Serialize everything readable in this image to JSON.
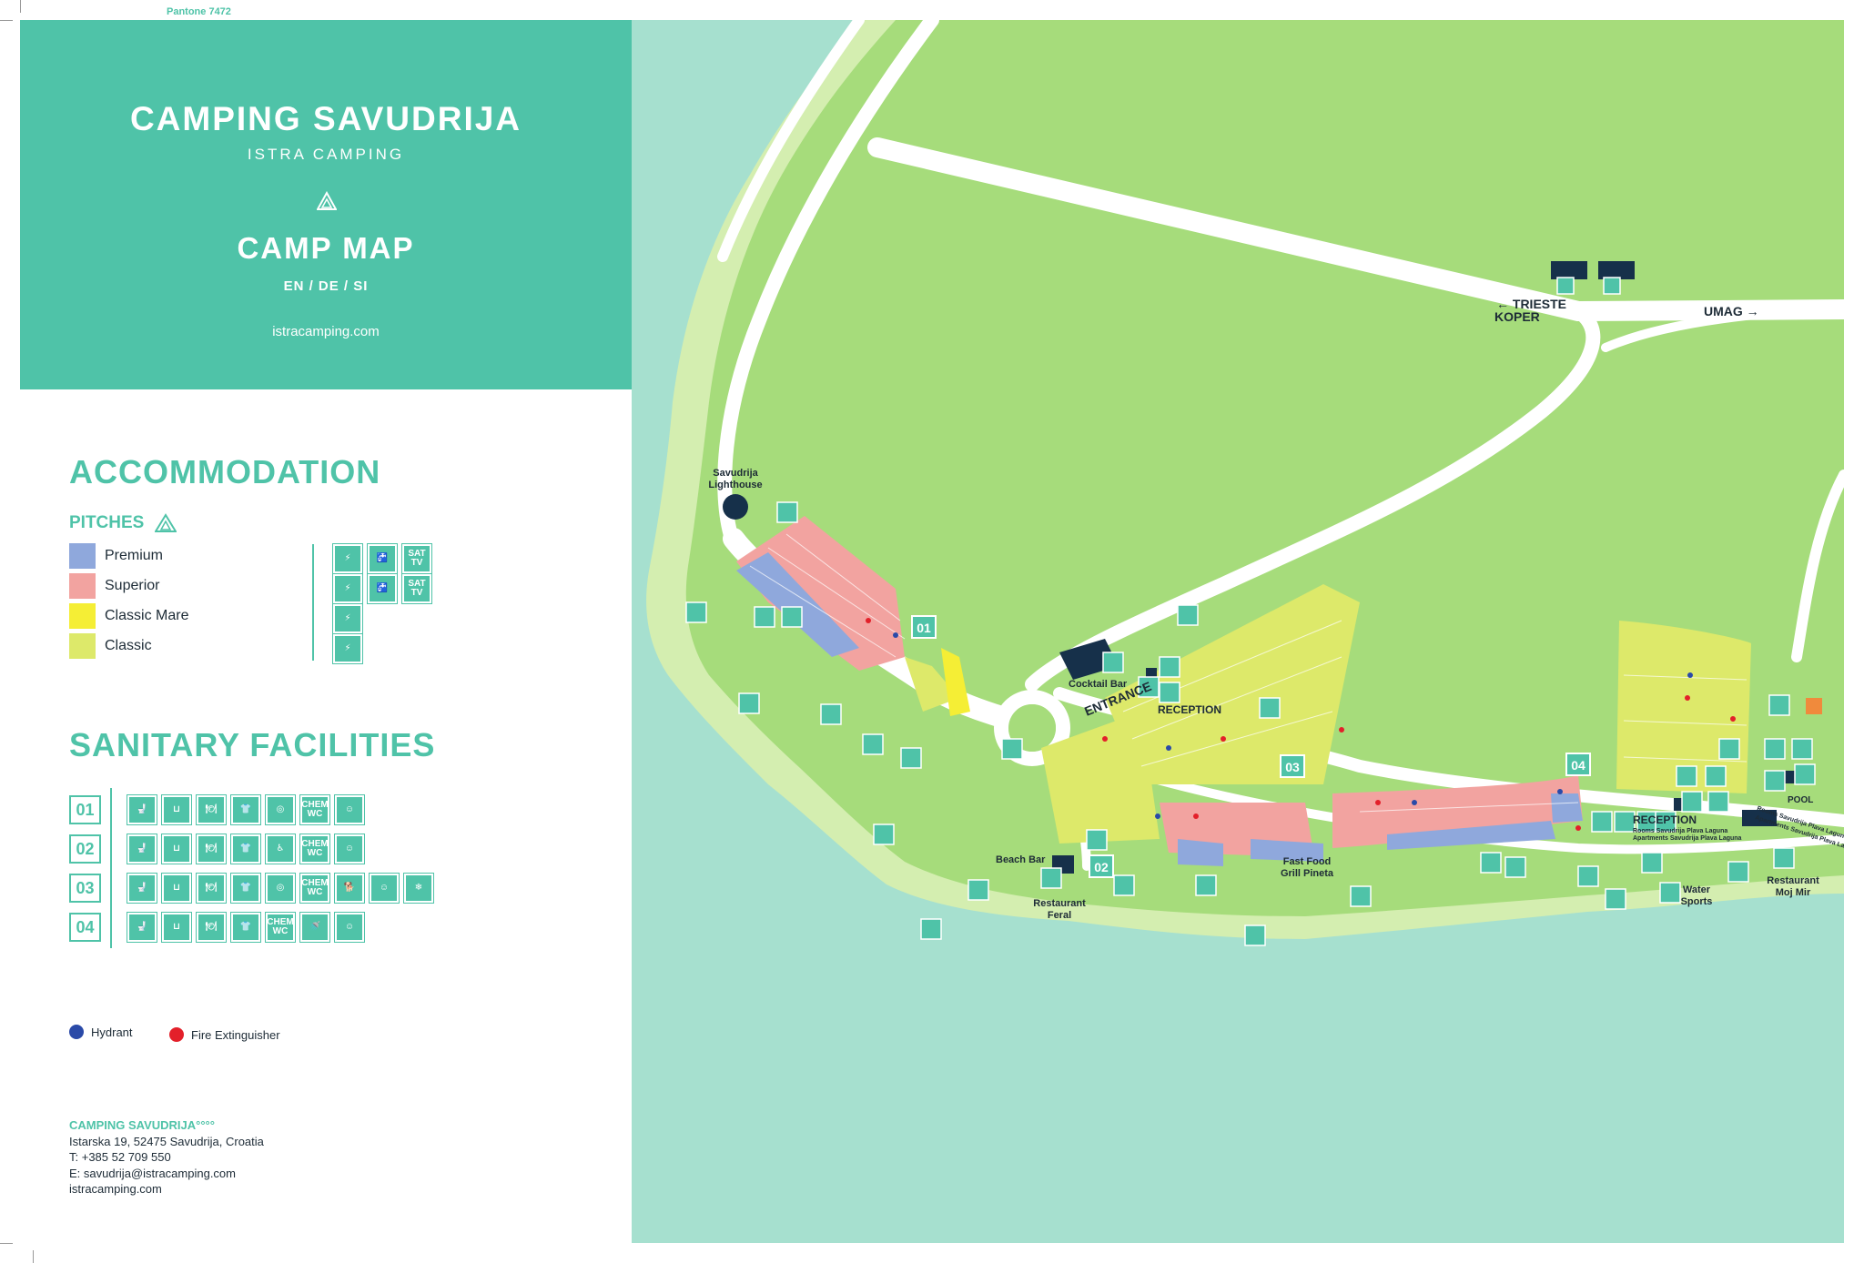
{
  "pantone": "Pantone 7472",
  "header": {
    "title": "CAMPING SAVUDRIJA",
    "subtitle": "ISTRA CAMPING",
    "map_title": "CAMP MAP",
    "languages": "EN / DE / SI",
    "url": "istracamping.com"
  },
  "accommodation": {
    "title": "ACCOMMODATION",
    "pitches_label": "PITCHES",
    "legend": [
      {
        "label": "Premium",
        "color": "#8fa8dc"
      },
      {
        "label": "Superior",
        "color": "#f2a3a0"
      },
      {
        "label": "Classic Mare",
        "color": "#f5ee35"
      },
      {
        "label": "Classic",
        "color": "#dde96a"
      }
    ],
    "pitch_icons": [
      [
        "plug-water-icon",
        "water-tap-icon",
        "sat-tv-icon"
      ],
      [
        "plug-water-icon",
        "water-tap-icon",
        "sat-tv-icon"
      ],
      [
        "plug-water-icon"
      ],
      [
        "plug-icon"
      ]
    ],
    "sat_tv_text": "SAT TV"
  },
  "sanitary": {
    "title": "SANITARY FACILITIES",
    "rows": [
      {
        "id": "01",
        "icons": [
          "toilet",
          "sink",
          "dishwash",
          "laundry-sink",
          "washing-machine",
          "chem-wc",
          "baby"
        ]
      },
      {
        "id": "02",
        "icons": [
          "toilet",
          "sink",
          "dishwash",
          "laundry-sink",
          "disabled-wc",
          "chem-wc",
          "baby"
        ]
      },
      {
        "id": "03",
        "icons": [
          "toilet",
          "sink",
          "dishwash",
          "laundry-sink",
          "washing-machine",
          "chem-wc",
          "dog-shower",
          "baby",
          "freezer"
        ]
      },
      {
        "id": "04",
        "icons": [
          "toilet",
          "sink",
          "dishwash",
          "laundry-sink",
          "chem-wc",
          "shower",
          "baby"
        ]
      }
    ],
    "chem_wc_text": "CHEM WC"
  },
  "safety": {
    "hydrant": {
      "label": "Hydrant",
      "color": "#2a4aa8"
    },
    "extinguisher": {
      "label": "Fire Extinguisher",
      "color": "#e3202a"
    }
  },
  "contact": {
    "name": "CAMPING SAVUDRIJA°°°°",
    "address": "Istarska 19, 52475 Savudrija, Croatia",
    "phone": "T: +385 52 709 550",
    "email": "E: savudrija@istracamping.com",
    "web": "istracamping.com"
  },
  "map": {
    "colors": {
      "sea": "#a6e0cf",
      "land": "#a6dc7b",
      "shore": "#d4eeb0",
      "road": "#ffffff",
      "dark": "#16304a",
      "accent": "#4fc3a8"
    },
    "labels": {
      "lighthouse": "Savudrija Lighthouse",
      "cocktail_bar": "Cocktail Bar",
      "entrance": "ENTRANCE",
      "reception": "RECEPTION",
      "beach_bar": "Beach Bar",
      "restaurant_feral": "Restaurant Feral",
      "fast_food": "Fast Food Grill Pineta",
      "reception2": "RECEPTION",
      "rooms": "Rooms Savudrija Plava Laguna",
      "apartments": "Apartments Savudrija Plava Laguna",
      "water_sports": "Water Sports",
      "restaurant_moj_mir": "Restaurant Moj Mir",
      "pool": "POOL",
      "trieste": "TRIESTE",
      "koper": "KOPER",
      "umag": "UMAG",
      "rooms_right": "Rooms Savudrija Plava Laguna",
      "apartments_right": "Apartments Savudrija Plava Laguna"
    },
    "sanitary_markers": [
      "01",
      "02",
      "03",
      "04"
    ]
  }
}
